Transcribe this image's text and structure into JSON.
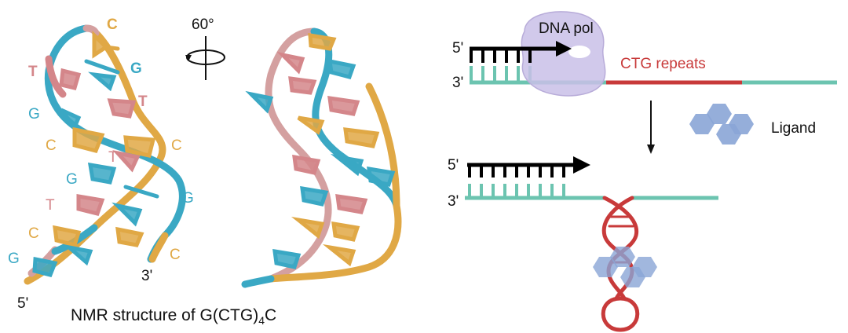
{
  "colors": {
    "G": "#3aa8c4",
    "C": "#e0a845",
    "T": "#d4868a",
    "template": "#6cc4b0",
    "primer": "#000000",
    "repeat": "#c83a3a",
    "pol": "#c9bfe8",
    "ligand": "#8aa5d6"
  },
  "structure": {
    "front_labels": {
      "c_top": "C",
      "t_left1": "T",
      "g_top": "G",
      "t_right1": "T",
      "g_left1": "G",
      "c_left1": "C",
      "c_right1": "C",
      "t_mid": "T",
      "g_left2": "G",
      "t_left2": "T",
      "g_right2": "G",
      "c_left2": "C",
      "g_bottom": "G",
      "c_right2": "C",
      "three_prime": "3'",
      "five_prime": "5'"
    },
    "rotation": "60°",
    "caption_main": "NMR structure of G(CTG)",
    "caption_sub": "4",
    "caption_end": "C"
  },
  "scheme": {
    "top": {
      "five_prime": "5'",
      "three_prime": "3'",
      "pol_label": "DNA pol",
      "repeats_label": "CTG repeats"
    },
    "ligand_label": "Ligand",
    "bottom": {
      "five_prime": "5'",
      "three_prime": "3'"
    }
  }
}
